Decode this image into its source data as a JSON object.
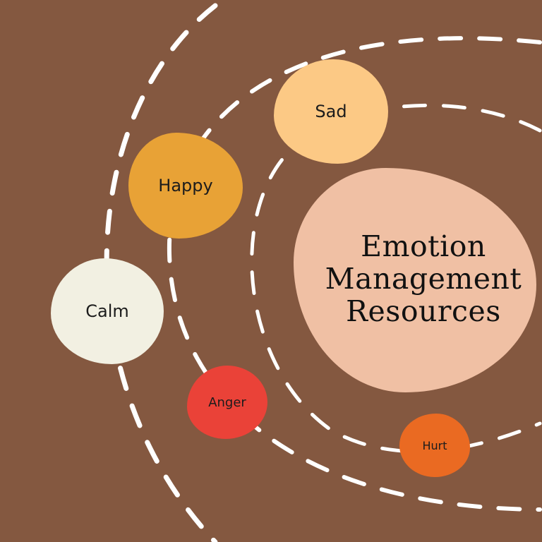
{
  "background_color": "#845840",
  "center": {
    "line1": "Emotion",
    "line2": "Management",
    "line3": "Resources",
    "color": "#f0c0a4"
  },
  "emotions": [
    {
      "label": "Sad",
      "color": "#fcc985"
    },
    {
      "label": "Happy",
      "color": "#e8a236"
    },
    {
      "label": "Calm",
      "color": "#f2f0e2"
    },
    {
      "label": "Anger",
      "color": "#ea4238"
    },
    {
      "label": "Hurt",
      "color": "#ea6a22"
    }
  ]
}
